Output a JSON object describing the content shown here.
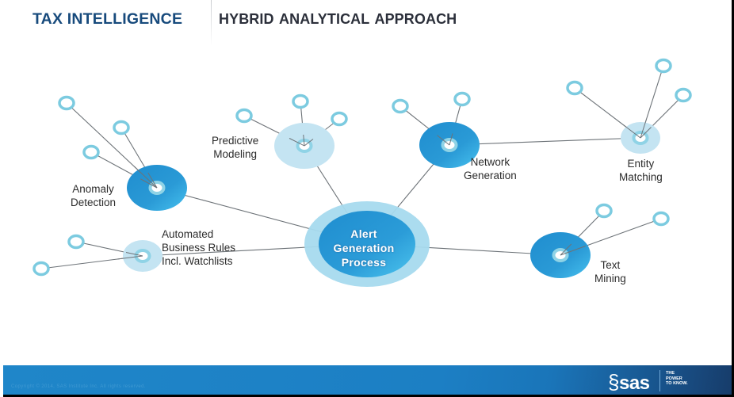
{
  "header": {
    "title": "TAX INTELLIGENCE",
    "subtitle": "HYBRID ANALYTICAL  APPROACH"
  },
  "diagram": {
    "center": {
      "id": "alert-generation",
      "label_lines": [
        "Alert",
        "Generation",
        "Process"
      ]
    },
    "hubs": [
      {
        "id": "anomaly-detection",
        "label_lines": [
          "Anomaly",
          "Detection"
        ],
        "style": "dark",
        "satellites": 3
      },
      {
        "id": "predictive-modeling",
        "label_lines": [
          "Predictive",
          "Modeling"
        ],
        "style": "light",
        "satellites": 3
      },
      {
        "id": "network-generation",
        "label_lines": [
          "Network",
          "Generation"
        ],
        "style": "dark",
        "satellites": 2
      },
      {
        "id": "entity-matching",
        "label_lines": [
          "Entity",
          "Matching"
        ],
        "style": "light",
        "satellites": 3
      },
      {
        "id": "automated-business-rules",
        "label_lines": [
          "Automated",
          "Business Rules",
          "Incl. Watchlists"
        ],
        "style": "light",
        "satellites": 2
      },
      {
        "id": "text-mining",
        "label_lines": [
          "Text",
          "Mining"
        ],
        "style": "dark",
        "satellites": 2
      }
    ],
    "connections": [
      [
        "alert-generation",
        "anomaly-detection"
      ],
      [
        "alert-generation",
        "predictive-modeling"
      ],
      [
        "alert-generation",
        "network-generation"
      ],
      [
        "network-generation",
        "entity-matching"
      ],
      [
        "alert-generation",
        "automated-business-rules"
      ],
      [
        "alert-generation",
        "text-mining"
      ]
    ]
  },
  "colors": {
    "title": "#174a7c",
    "subtitle": "#2b2f3a",
    "hub_dark": "#2a9ad6",
    "hub_light": "#c4e4f2",
    "ring": "#7ccbe0",
    "line": "#6d7378",
    "footer": "#1f86c9"
  },
  "footer": {
    "copyright": "Copyright © 2014, SAS Institute Inc. All rights reserved.",
    "brand": "sas",
    "tagline_lines": [
      "THE",
      "POWER",
      "TO KNOW."
    ]
  }
}
